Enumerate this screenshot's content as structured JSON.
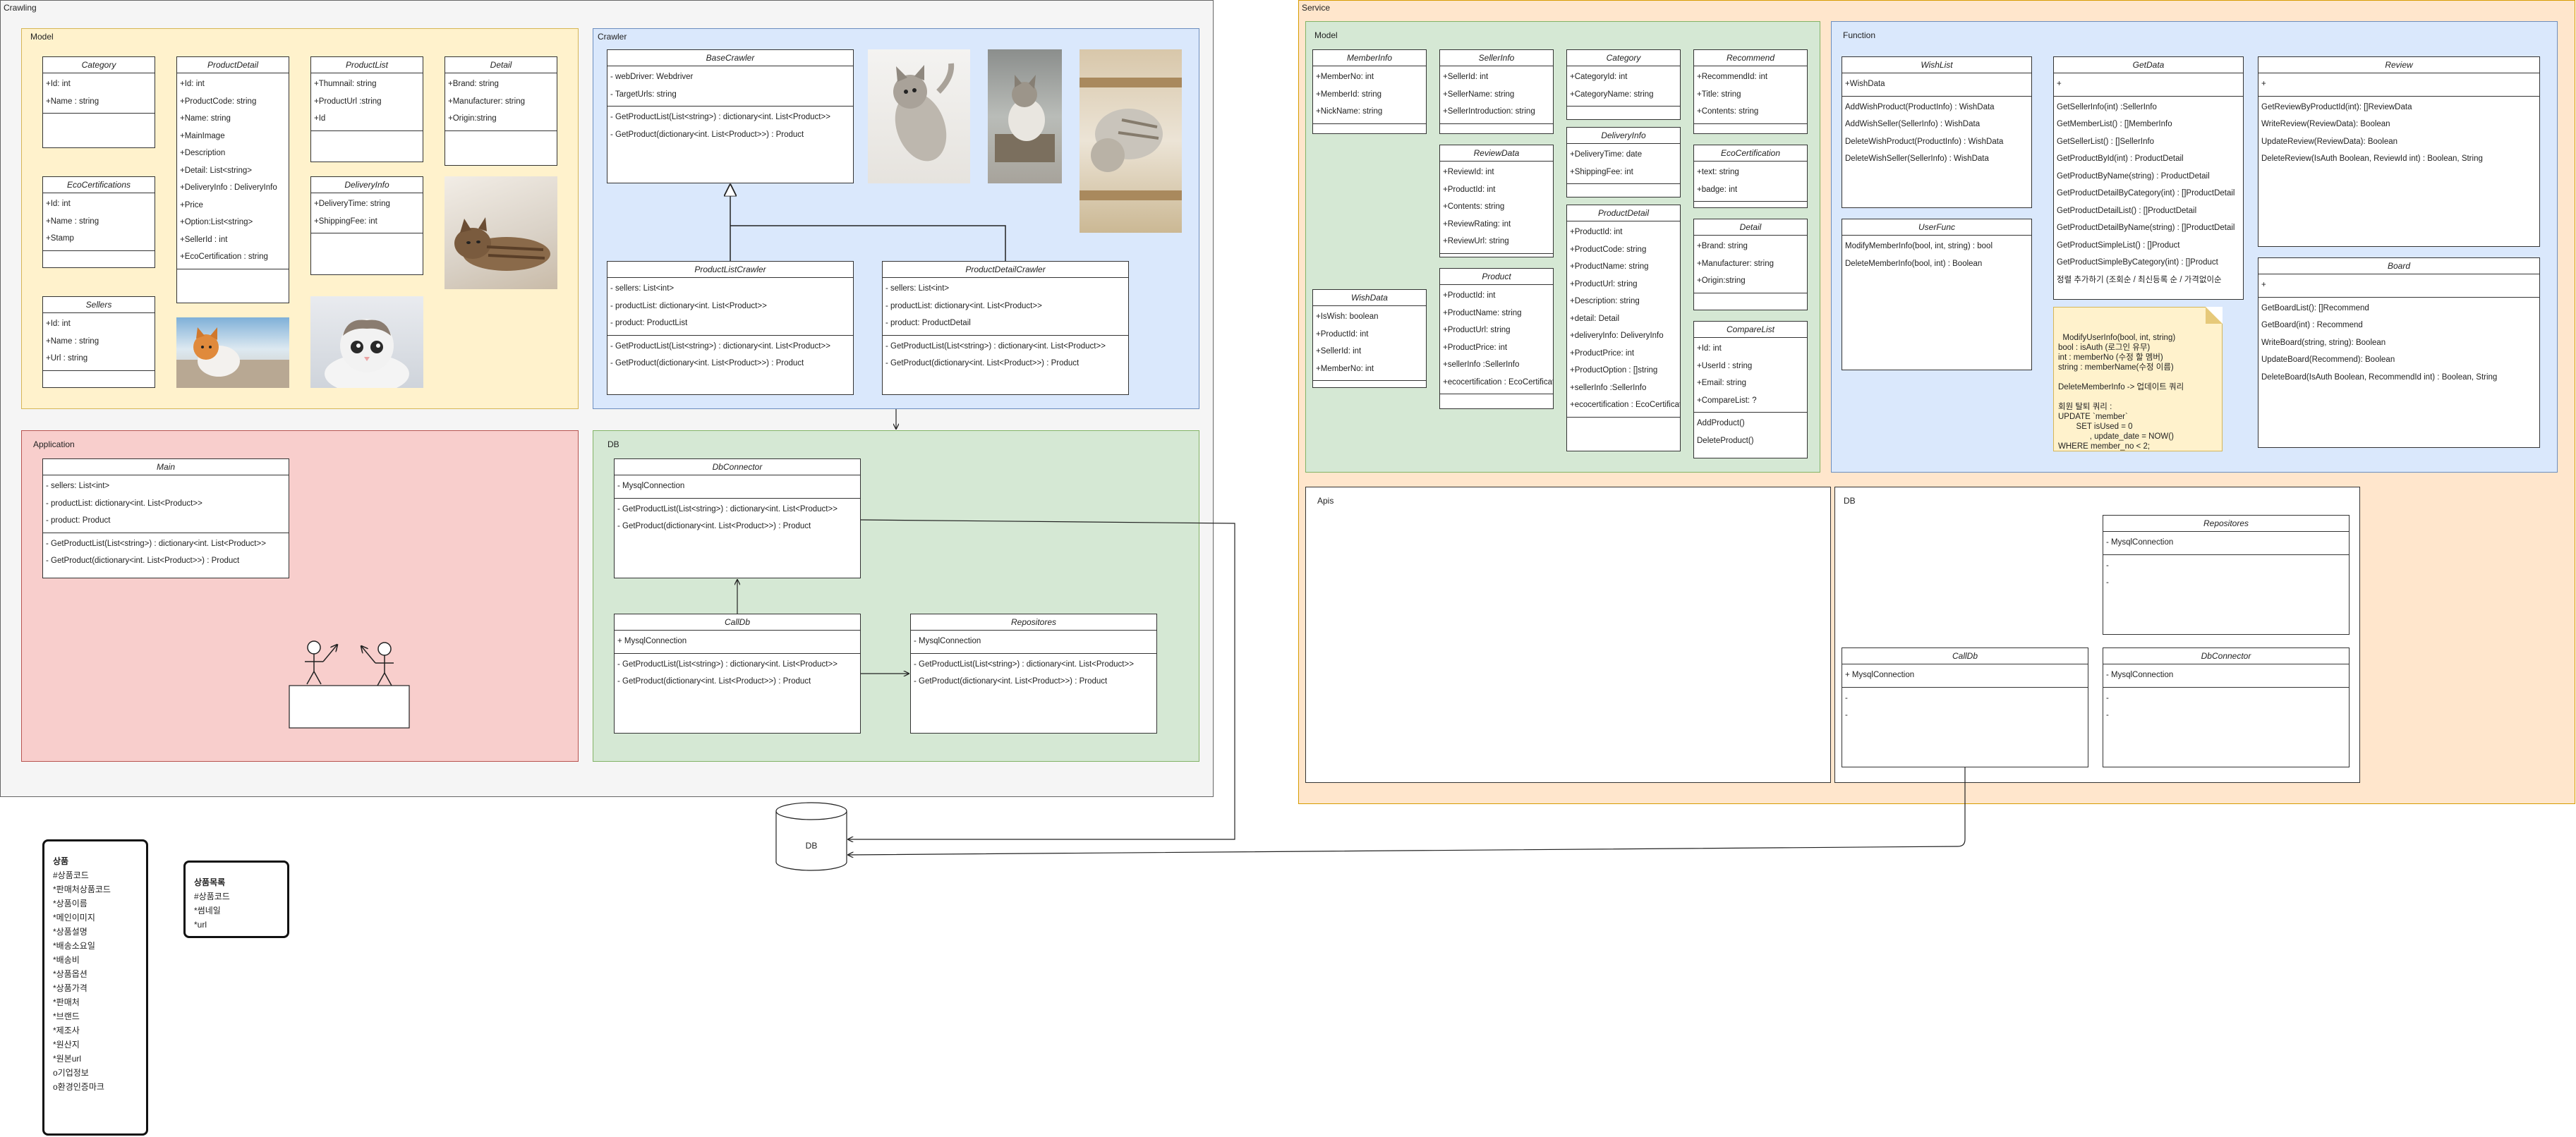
{
  "frames": {
    "crawling": "Crawling",
    "service": "Service",
    "crawling_model": "Model",
    "crawler": "Crawler",
    "application": "Application",
    "crawling_db": "DB",
    "service_model": "Model",
    "function": "Function",
    "apis": "Apis",
    "service_db": "DB"
  },
  "db_cylinder_label": "DB",
  "colors": {
    "yellow_fill": "#fff2cc",
    "blue_fill": "#dae8fc",
    "red_fill": "#f8cecc",
    "green_fill": "#d5e8d4",
    "orange_fill": "#ffe6cc",
    "grey_fill": "#f5f5f5"
  },
  "crawling_model": {
    "category": {
      "title": "Category",
      "sections": [
        [
          "+Id: int",
          "+Name : string"
        ],
        []
      ]
    },
    "product_detail": {
      "title": "ProductDetail",
      "sections": [
        [
          "+Id: int",
          "+ProductCode: string",
          "+Name: string",
          "+MainImage",
          "+Description",
          "+Detail: List<string>",
          "+DeliveryInfo : DeliveryInfo",
          "+Price",
          "+Option:List<string>",
          "+SellerId : int",
          "+EcoCertification : string"
        ],
        []
      ]
    },
    "product_list": {
      "title": "ProductList",
      "sections": [
        [
          "+Thumnail: string",
          "+ProductUrl :string",
          "+Id"
        ],
        []
      ]
    },
    "detail": {
      "title": "Detail",
      "sections": [
        [
          "+Brand: string",
          "+Manufacturer: string",
          "+Origin:string"
        ],
        []
      ]
    },
    "eco_certifications": {
      "title": "EcoCertifications",
      "sections": [
        [
          "+Id: int",
          "+Name : string",
          "+Stamp"
        ],
        []
      ]
    },
    "delivery_info": {
      "title": "DeliveryInfo",
      "sections": [
        [
          "+DeliveryTime: string",
          "+ShippingFee: int"
        ],
        []
      ]
    },
    "sellers": {
      "title": "Sellers",
      "sections": [
        [
          "+Id: int",
          "+Name : string",
          "+Url : string"
        ],
        []
      ]
    }
  },
  "crawler": {
    "base_crawler": {
      "title": "BaseCrawler",
      "sections": [
        [
          "- webDriver: Webdriver",
          "- TargetUrls: string"
        ],
        [
          "- GetProductList(List<string>) : dictionary<int. List<Product>>",
          "- GetProduct(dictionary<int. List<Product>>) : Product"
        ]
      ]
    },
    "product_list_crawler": {
      "title": "ProductListCrawler",
      "sections": [
        [
          "- sellers: List<int>",
          "- productList: dictionary<int. List<Product>>",
          "- product: ProductList"
        ],
        [
          "- GetProductList(List<string>) : dictionary<int. List<Product>>",
          "- GetProduct(dictionary<int. List<Product>>) : Product"
        ]
      ]
    },
    "product_detail_crawler": {
      "title": "ProductDetailCrawler",
      "sections": [
        [
          "- sellers: List<int>",
          "- productList: dictionary<int. List<Product>>",
          "- product: ProductDetail"
        ],
        [
          "- GetProductList(List<string>) : dictionary<int. List<Product>>",
          "- GetProduct(dictionary<int. List<Product>>) : Product"
        ]
      ]
    }
  },
  "application": {
    "main": {
      "title": "Main",
      "sections": [
        [
          "- sellers: List<int>",
          "- productList: dictionary<int. List<Product>>",
          "- product: Product"
        ],
        [
          "- GetProductList(List<string>) : dictionary<int. List<Product>>",
          "- GetProduct(dictionary<int. List<Product>>) : Product"
        ]
      ]
    }
  },
  "crawling_db": {
    "db_connector": {
      "title": "DbConnector",
      "sections": [
        [
          "- MysqlConnection"
        ],
        [
          "- GetProductList(List<string>) : dictionary<int. List<Product>>",
          "- GetProduct(dictionary<int. List<Product>>) : Product"
        ]
      ]
    },
    "call_db": {
      "title": "CallDb",
      "sections": [
        [
          "+ MysqlConnection"
        ],
        [
          "- GetProductList(List<string>) : dictionary<int. List<Product>>",
          "- GetProduct(dictionary<int. List<Product>>) : Product"
        ]
      ]
    },
    "repositories": {
      "title": "Repositores",
      "sections": [
        [
          "- MysqlConnection"
        ],
        [
          "- GetProductList(List<string>) : dictionary<int. List<Product>>",
          "- GetProduct(dictionary<int. List<Product>>) : Product"
        ]
      ]
    }
  },
  "service_model": {
    "member_info": {
      "title": "MemberInfo",
      "sections": [
        [
          "+MemberNo: int",
          "+MemberId: string",
          "+NickName: string"
        ],
        []
      ]
    },
    "seller_info": {
      "title": "SellerInfo",
      "sections": [
        [
          "+SellerId: int",
          "+SellerName: string",
          "+SellerIntroduction: string"
        ],
        []
      ]
    },
    "category": {
      "title": "Category",
      "sections": [
        [
          "+CategoryId: int",
          "+CategoryName: string"
        ],
        []
      ]
    },
    "recommend": {
      "title": "Recommend",
      "sections": [
        [
          "+RecommendId: int",
          "+Title: string",
          "+Contents: string"
        ],
        []
      ]
    },
    "delivery_info": {
      "title": "DeliveryInfo",
      "sections": [
        [
          "+DeliveryTime: date",
          "+ShippingFee: int"
        ],
        []
      ]
    },
    "review_data": {
      "title": "ReviewData",
      "sections": [
        [
          "+ReviewId: int",
          "+ProductId: int",
          "+Contents: string",
          "+ReviewRating: int",
          "+ReviewUrl: string"
        ],
        []
      ]
    },
    "eco_certification": {
      "title": "EcoCertification",
      "sections": [
        [
          "+text: string",
          "+badge: int"
        ],
        []
      ]
    },
    "product_detail": {
      "title": "ProductDetail",
      "sections": [
        [
          "+ProductId: int",
          "+ProductCode: string",
          "+ProductName: string",
          "+ProductUrl: string",
          "+Description: string",
          "+detail: Detail",
          "+deliveryInfo: DeliveryInfo",
          "+ProductPrice: int",
          "+ProductOption : []string",
          "+sellerInfo :SellerInfo",
          "+ecocertification : EcoCertification"
        ],
        []
      ]
    },
    "detail": {
      "title": "Detail",
      "sections": [
        [
          "+Brand: string",
          "+Manufacturer: string",
          "+Origin:string"
        ],
        []
      ]
    },
    "product": {
      "title": "Product",
      "sections": [
        [
          "+ProductId: int",
          "+ProductName: string",
          "+ProductUrl: string",
          "+ProductPrice: int",
          "+sellerInfo :SellerInfo",
          "+ecocertification : EcoCertification"
        ],
        []
      ]
    },
    "wish_data": {
      "title": "WishData",
      "sections": [
        [
          "+IsWish: boolean",
          "+ProductId: int",
          "+SellerId: int",
          "+MemberNo: int"
        ],
        []
      ]
    },
    "compare_list": {
      "title": "CompareList",
      "sections": [
        [
          "+Id: int",
          "+UserId : string",
          "+Email: string",
          "+CompareList: ?"
        ],
        [
          "AddProduct()",
          "DeleteProduct()"
        ]
      ]
    }
  },
  "function": {
    "wish_list": {
      "title": "WishList",
      "sections": [
        [
          "+WishData"
        ],
        [
          "AddWishProduct(ProductInfo) : WishData",
          "AddWishSeller(SellerInfo) : WishData",
          "DeleteWishProduct(ProductInfo) : WishData",
          "DeleteWishSeller(SellerInfo) : WishData"
        ]
      ]
    },
    "get_data": {
      "title": "GetData",
      "sections": [
        [
          "+"
        ],
        [
          "GetSellerInfo(int) :SellerInfo",
          "GetMemberList() : []MemberInfo",
          "GetSellerList() : []SellerInfo",
          "GetProductById(int) : ProductDetail",
          "GetProductByName(string) : ProductDetail",
          "GetProductDetailByCategory(int) : []ProductDetail",
          "GetProductDetailList() : []ProductDetail",
          "GetProductDetailByName(string) : []ProductDetail",
          "GetProductSimpleList() : []Product",
          "GetProductSimpleByCategory(int) : []Product",
          "정렬 추가하기 (조회순 / 최신등록 순 / 가격없이순"
        ]
      ]
    },
    "review": {
      "title": "Review",
      "sections": [
        [
          "+"
        ],
        [
          "GetReviewByProductId(int): []ReviewData",
          "WriteReview(ReviewData): Boolean",
          "UpdateReview(ReviewData): Boolean",
          "DeleteReview(IsAuth Boolean, ReviewId int) :  Boolean, String"
        ]
      ]
    },
    "user_func": {
      "title": "UserFunc",
      "sections": [
        [
          "ModifyMemberInfo(bool, int, string) : bool",
          "DeleteMemberInfo(bool, int) : Boolean"
        ]
      ]
    },
    "board": {
      "title": "Board",
      "sections": [
        [
          "+"
        ],
        [
          "GetBoardList(): []Recommend",
          "GetBoard(int) : Recommend",
          "WriteBoard(string, string): Boolean",
          "UpdateBoard(Recommend): Boolean",
          "DeleteBoard(IsAuth Boolean, RecommendId int) :  Boolean, String"
        ]
      ]
    },
    "note": "ModifyUserInfo(bool, int, string)\nbool : isAuth (로그인 유무)\nint : memberNo (수정 할 멤버)\nstring : memberName(수정 이름)\n\nDeleteMemberInfo -> 업데이트 쿼리\n\n회원 탈퇴 쿼리 :\nUPDATE `member`\n        SET isUsed = 0\n              , update_date = NOW()\nWHERE member_no < 2;"
  },
  "service_db": {
    "repositories": {
      "title": "Repositores",
      "sections": [
        [
          "- MysqlConnection"
        ],
        [
          "-",
          "-"
        ]
      ]
    },
    "call_db": {
      "title": "CallDb",
      "sections": [
        [
          "+ MysqlConnection"
        ],
        [
          "-",
          "-"
        ]
      ]
    },
    "db_connector": {
      "title": "DbConnector",
      "sections": [
        [
          "- MysqlConnection"
        ],
        [
          "-",
          "-"
        ]
      ]
    }
  },
  "memos": {
    "product": {
      "head": "상품",
      "rows": [
        "#상품코드",
        "*판매처상품코드",
        "*상품이름",
        "*메인이미지",
        "*상품설명",
        "*배송소요일",
        "*배송비",
        "*상품옵션",
        "*상품가격",
        "*판매처",
        "*브랜드",
        "*제조사",
        "*원산지",
        "*원본url",
        "o기업정보",
        "o환경인증마크"
      ]
    },
    "product_list": {
      "head": "상품목록",
      "rows": [
        "#상품코드",
        "*썸네일",
        "*url"
      ]
    }
  }
}
